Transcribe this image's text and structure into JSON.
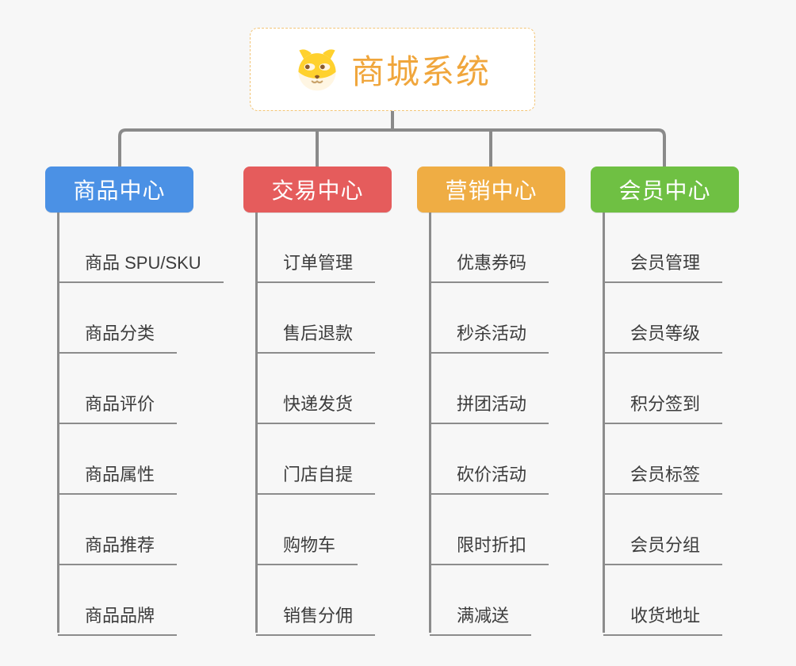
{
  "root": {
    "title": "商城系统",
    "icon": "shiba-dog-icon"
  },
  "branches": [
    {
      "label": "商品中心",
      "color": "#4B91E5",
      "children": [
        "商品 SPU/SKU",
        "商品分类",
        "商品评价",
        "商品属性",
        "商品推荐",
        "商品品牌"
      ]
    },
    {
      "label": "交易中心",
      "color": "#E55C5C",
      "children": [
        "订单管理",
        "售后退款",
        "快递发货",
        "门店自提",
        "购物车",
        "销售分佣"
      ]
    },
    {
      "label": "营销中心",
      "color": "#EFAD44",
      "children": [
        "优惠券码",
        "秒杀活动",
        "拼团活动",
        "砍价活动",
        "限时折扣",
        "满减送"
      ]
    },
    {
      "label": "会员中心",
      "color": "#6FC043",
      "children": [
        "会员管理",
        "会员等级",
        "积分签到",
        "会员标签",
        "会员分组",
        "收货地址"
      ]
    }
  ],
  "colors": {
    "background": "#F7F7F7",
    "root_accent": "#F0A63C",
    "root_border": "#F3C577",
    "connector": "#8A8A8A",
    "leaf_text": "#3C3C3C",
    "leaf_underline": "#8C8C8C"
  }
}
